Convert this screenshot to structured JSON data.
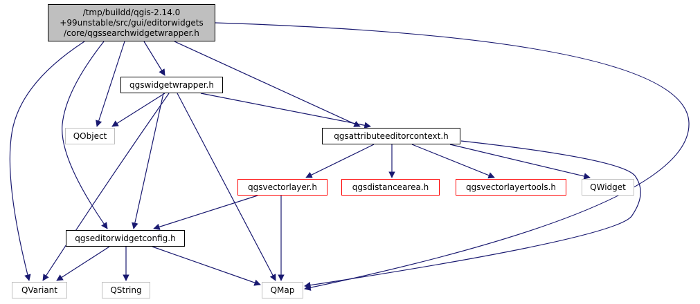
{
  "nodes": [
    {
      "id": "root",
      "label": "/tmp/buildd/qgis-2.14.0\n+99unstable/src/gui/editorwidgets\n/core/qgssearchwidgetwrapper.h",
      "style": "root"
    },
    {
      "id": "qgswidgetwrapper",
      "label": "qgswidgetwrapper.h",
      "style": "doc"
    },
    {
      "id": "qobject",
      "label": "QObject",
      "style": "ext"
    },
    {
      "id": "qgsattributeeditorcontext",
      "label": "qgsattributeeditorcontext.h",
      "style": "doc"
    },
    {
      "id": "qgsvectorlayer",
      "label": "qgsvectorlayer.h",
      "style": "red"
    },
    {
      "id": "qgsdistancearea",
      "label": "qgsdistancearea.h",
      "style": "red"
    },
    {
      "id": "qgsvectorlayertools",
      "label": "qgsvectorlayertools.h",
      "style": "red"
    },
    {
      "id": "qwidget",
      "label": "QWidget",
      "style": "ext"
    },
    {
      "id": "qgseditorwidgetconfig",
      "label": "qgseditorwidgetconfig.h",
      "style": "doc"
    },
    {
      "id": "qvariant",
      "label": "QVariant",
      "style": "ext"
    },
    {
      "id": "qstring",
      "label": "QString",
      "style": "ext"
    },
    {
      "id": "qmap",
      "label": "QMap",
      "style": "ext"
    }
  ],
  "edges": [
    [
      "root",
      "qgswidgetwrapper"
    ],
    [
      "root",
      "qobject"
    ],
    [
      "root",
      "qgsattributeeditorcontext"
    ],
    [
      "root",
      "qgseditorwidgetconfig"
    ],
    [
      "root",
      "qvariant"
    ],
    [
      "root",
      "qmap"
    ],
    [
      "qgswidgetwrapper",
      "qobject"
    ],
    [
      "qgswidgetwrapper",
      "qgsattributeeditorcontext"
    ],
    [
      "qgswidgetwrapper",
      "qgseditorwidgetconfig"
    ],
    [
      "qgswidgetwrapper",
      "qvariant"
    ],
    [
      "qgswidgetwrapper",
      "qmap"
    ],
    [
      "qgsattributeeditorcontext",
      "qgsvectorlayer"
    ],
    [
      "qgsattributeeditorcontext",
      "qgsdistancearea"
    ],
    [
      "qgsattributeeditorcontext",
      "qgsvectorlayertools"
    ],
    [
      "qgsattributeeditorcontext",
      "qwidget"
    ],
    [
      "qgsattributeeditorcontext",
      "qmap"
    ],
    [
      "qgsvectorlayer",
      "qgseditorwidgetconfig"
    ],
    [
      "qgsvectorlayer",
      "qmap"
    ],
    [
      "qgseditorwidgetconfig",
      "qvariant"
    ],
    [
      "qgseditorwidgetconfig",
      "qstring"
    ],
    [
      "qgseditorwidgetconfig",
      "qmap"
    ]
  ],
  "colors": {
    "edge": "#191970",
    "root_fill": "#bfbfbf",
    "documented_border": "#000000",
    "undocumented_border": "#ff0000",
    "external_border": "#bfbfbf"
  }
}
